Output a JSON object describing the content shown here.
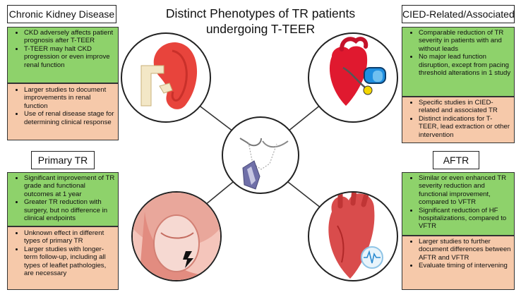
{
  "title": {
    "line1": "Distinct Phenotypes of TR patients",
    "line2": "undergoing T-TEER"
  },
  "colors": {
    "benefit": "#8ed26b",
    "gap": "#f6c9aa",
    "border": "#333333"
  },
  "panels": {
    "ckd": {
      "heading": "Chronic Kidney Disease",
      "icon": "kidney-icon",
      "green": [
        "CKD adversely affects patient prognosis after T-TEER",
        "T-TEER may halt CKD progression or even improve renal function"
      ],
      "orange": [
        "Larger studies to document improvements in renal function",
        "Use of renal disease stage for determining clinical response"
      ]
    },
    "cied": {
      "heading": "CIED-Related/Associated",
      "icon": "heart-pacemaker-icon",
      "green": [
        "Comparable reduction of TR severity in patients with and without leads",
        "No major lead function disruption, except from pacing threshold alterations in 1 study"
      ],
      "orange": [
        "Specific studies in CIED-related and associated TR",
        "Distinct indications for T-TEER, lead extraction or other intervention"
      ]
    },
    "primary": {
      "heading": "Primary TR",
      "icon": "tricuspid-valve-icon",
      "green": [
        "Significant improvement of TR grade and functional outcomes at 1 year",
        "Greater TR reduction with surgery, but no difference in clinical endpoints"
      ],
      "orange": [
        "Unknown effect in different types of primary TR",
        "Larger studies with longer-term follow-up, including all types of leaflet pathologies, are necessary"
      ]
    },
    "aftr": {
      "heading": "AFTR",
      "icon": "heart-ecg-icon",
      "green": [
        "Similar or even enhanced TR severity reduction and functional improvement, compared to VFTR",
        "Significant reduction of HF hospitalizations, compared to VFTR"
      ],
      "orange": [
        "Larger studies to further document differences between AFTR and VFTR",
        "Evaluate timing of intervening"
      ]
    }
  },
  "center_icon": "teer-clip-device-icon"
}
